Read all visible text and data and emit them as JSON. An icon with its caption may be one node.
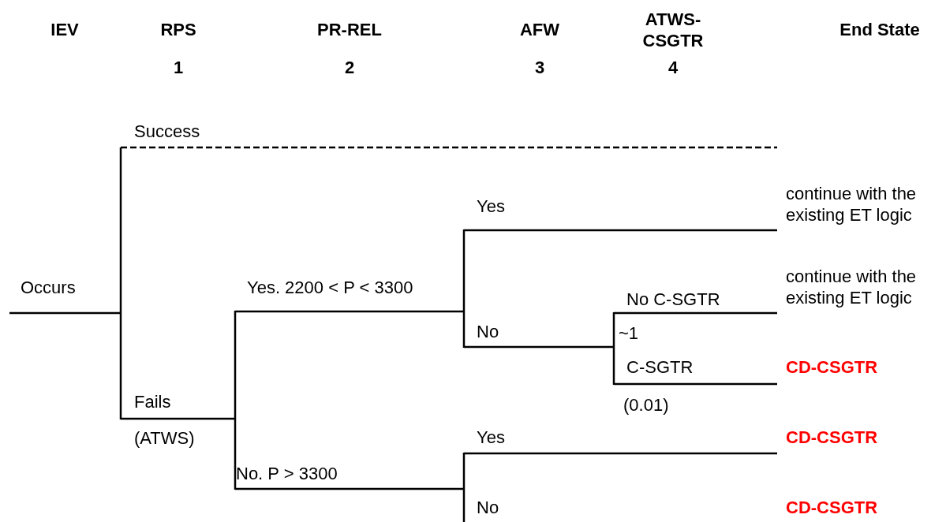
{
  "diagram": {
    "labels": [
      "IEV",
      "RPS",
      "PR-REL",
      "AFW",
      "ATWS-CSGTR",
      "End State",
      "1",
      "2",
      "3",
      "4",
      "Success",
      "continue with the existing ET logic",
      "Yes",
      "Occurs",
      "Yes. 2200 < P < 3300",
      "continue with the existing ET logic",
      "No C-SGTR",
      "No",
      "~1",
      "C-SGTR",
      "CD-CSGTR",
      "Fails",
      "(0.01)",
      "Yes",
      "CD-CSGTR",
      "(ATWS)",
      "No. P > 3300",
      "No",
      "CD-CSGTR"
    ]
  }
}
